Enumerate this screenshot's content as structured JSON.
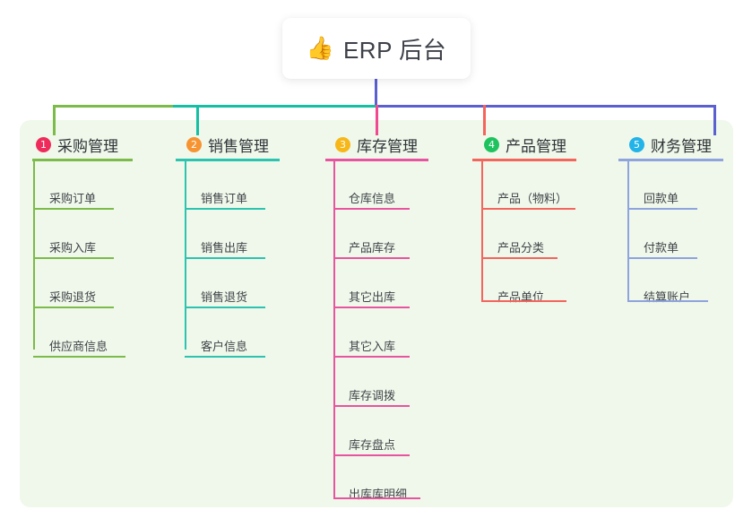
{
  "root": {
    "icon": "thumbs-up-icon",
    "emoji": "👍",
    "label": "ERP 后台"
  },
  "palette": {
    "panel_bg": "#eff8ea",
    "page_bg": "#ffffff",
    "card_bg": "#ffffff",
    "text": "#2f3338",
    "trunk_green": "#6fb63f",
    "trunk_teal": "#15bfa4",
    "trunk_blue": "#5b5fd0",
    "stub_pink": "#f0498f",
    "stub_red": "#f4635c"
  },
  "diagram": {
    "type": "tree",
    "orientation": "top-down",
    "columns": [
      {
        "index": "1",
        "badge_color": "#ee2b5b",
        "line_color": "#7cbb4a",
        "title": "采购管理",
        "items": [
          "采购订单",
          "采购入库",
          "采购退货",
          "供应商信息"
        ]
      },
      {
        "index": "2",
        "badge_color": "#f79331",
        "line_color": "#2cc3b0",
        "title": "销售管理",
        "items": [
          "销售订单",
          "销售出库",
          "销售退货",
          "客户信息"
        ]
      },
      {
        "index": "3",
        "badge_color": "#f7b719",
        "line_color": "#e8549f",
        "title": "库存管理",
        "items": [
          "仓库信息",
          "产品库存",
          "其它出库",
          "其它入库",
          "库存调拨",
          "库存盘点",
          "出库库明细"
        ]
      },
      {
        "index": "4",
        "badge_color": "#1ec35f",
        "line_color": "#f4655e",
        "title": "产品管理",
        "items": [
          "产品（物料）",
          "产品分类",
          "产品单位"
        ]
      },
      {
        "index": "5",
        "badge_color": "#22b3e8",
        "line_color": "#8fa3de",
        "title": "财务管理",
        "items": [
          "回款单",
          "付款单",
          "结算账户"
        ]
      }
    ]
  }
}
